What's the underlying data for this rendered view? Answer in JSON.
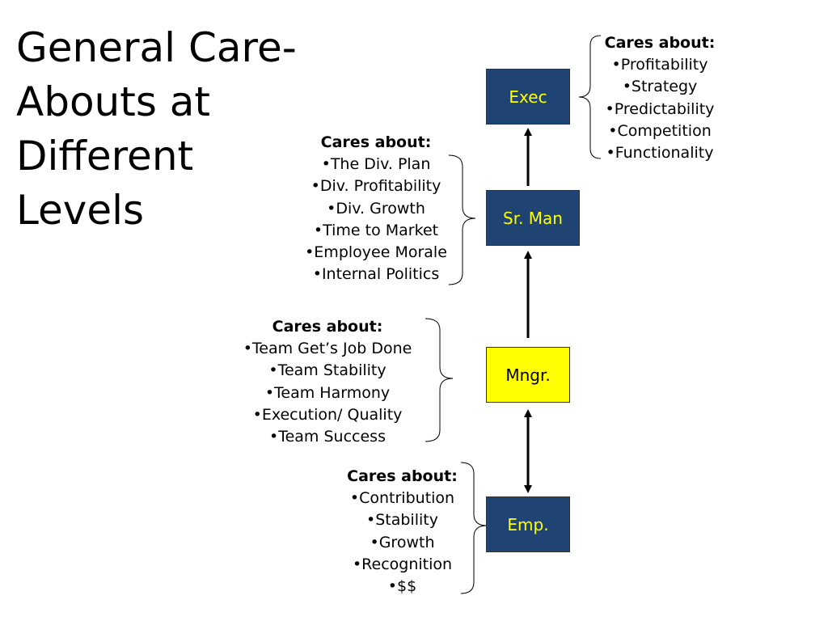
{
  "title": {
    "lines": [
      "General Care-",
      "Abouts at",
      "Different",
      "Levels"
    ]
  },
  "levels": [
    {
      "id": "exec",
      "label": "Exec",
      "header": "Cares about:",
      "items": [
        "•Profitability",
        "•Strategy",
        "•Predictability",
        "•Competition",
        "•Functionality"
      ]
    },
    {
      "id": "srman",
      "label": "Sr. Man",
      "header": "Cares about:",
      "items": [
        "•The Div. Plan",
        "•Div. Profitability",
        "•Div. Growth",
        "•Time to Market",
        "•Employee Morale",
        "•Internal Politics"
      ]
    },
    {
      "id": "mngr",
      "label": "Mngr.",
      "header": "Cares about:",
      "items": [
        "•Team Get’s Job Done",
        "•Team Stability",
        "•Team Harmony",
        "•Execution/ Quality",
        "•Team Success"
      ]
    },
    {
      "id": "emp",
      "label": "Emp.",
      "header": "Cares about:",
      "items": [
        "•Contribution",
        "•Stability",
        "•Growth",
        "•Recognition",
        "•$$"
      ]
    }
  ],
  "colors": {
    "dark_box_fill": "#1f4373",
    "dark_box_text": "#ffff00",
    "light_box_fill": "#ffff00",
    "light_box_text": "#000000"
  }
}
